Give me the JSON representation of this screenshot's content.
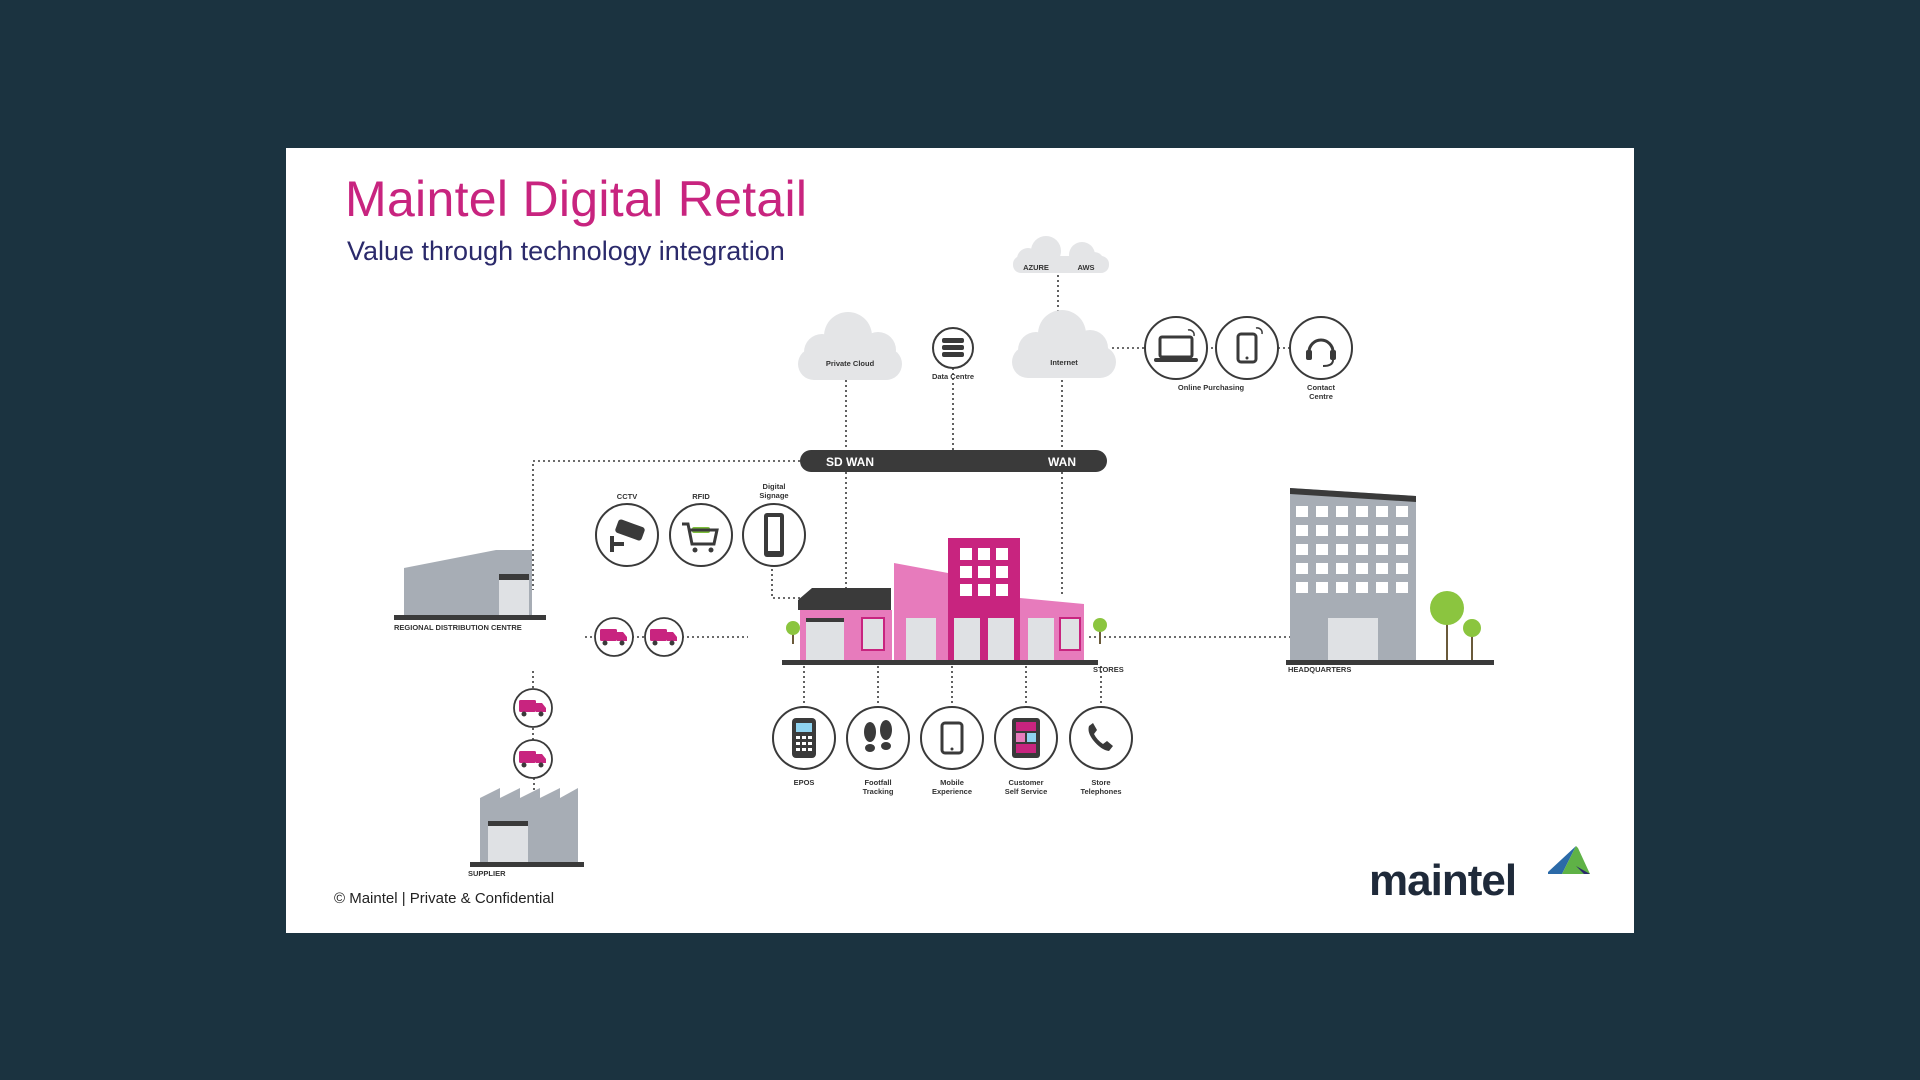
{
  "slide": {
    "title": "Maintel Digital Retail",
    "subtitle": "Value through technology integration",
    "footer": "© Maintel | Private & Confidential",
    "logo_text": "maintel"
  },
  "clouds": {
    "azure": "AZURE",
    "aws": "AWS",
    "private_cloud": "Private Cloud",
    "internet": "Internet"
  },
  "data_centre": "Data Centre",
  "network": {
    "sd_wan": "SD WAN",
    "wan": "WAN"
  },
  "online": {
    "online_purchasing": "Online Purchasing",
    "contact_centre": [
      "Contact",
      "Centre"
    ]
  },
  "in_store_top": {
    "cctv": "CCTV",
    "rfid": "RFID",
    "digital_signage": [
      "Digital",
      "Signage"
    ]
  },
  "buildings": {
    "distribution": "REGIONAL DISTRIBUTION CENTRE",
    "stores": "STORES",
    "headquarters": "HEADQUARTERS",
    "supplier": "SUPPLIER"
  },
  "store_services": {
    "epos": "EPOS",
    "footfall": [
      "Footfall",
      "Tracking"
    ],
    "mobile": [
      "Mobile",
      "Experience"
    ],
    "self_service": [
      "Customer",
      "Self Service"
    ],
    "telephones": [
      "Store",
      "Telephones"
    ]
  },
  "colors": {
    "background": "#1b3340",
    "accent": "#c8247f",
    "pink_light": "#e77bbc",
    "navy": "#2b2a6b",
    "grey_building": "#a7adb5",
    "dark": "#3a3a3a"
  }
}
